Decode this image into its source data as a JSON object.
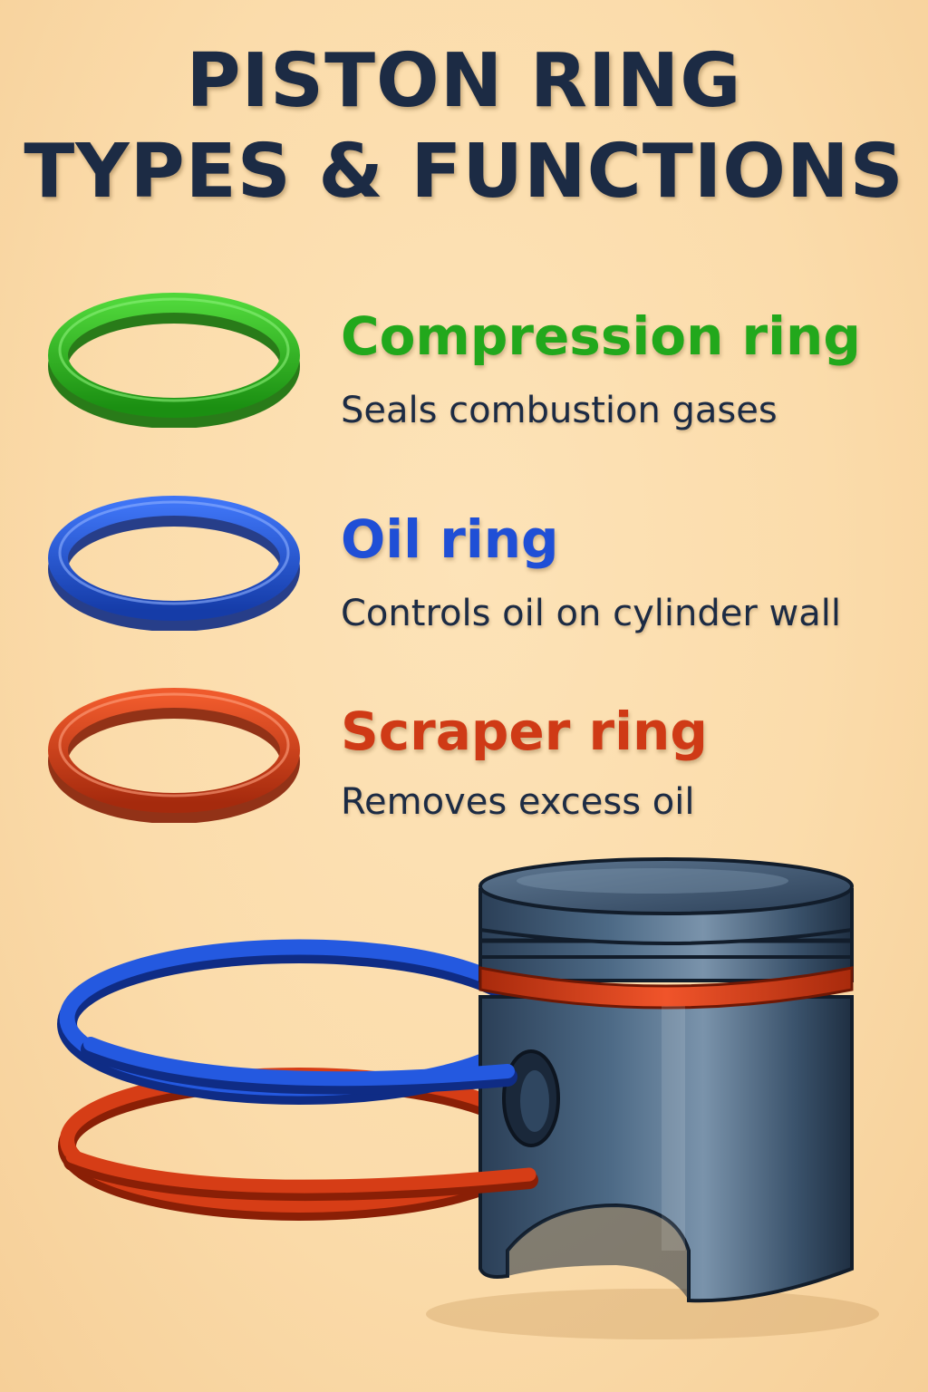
{
  "title": {
    "line1": "PISTON RING",
    "line2": "TYPES & FUNCTIONS"
  },
  "colors": {
    "background": "#fbdcab",
    "title": "#1c2b44",
    "compression": "#22a81c",
    "oil": "#1f4fd6",
    "scraper": "#cf3a16",
    "piston": "#3b536b"
  },
  "rings": [
    {
      "name": "Compression ring",
      "description": "Seals combustion gases",
      "color": "#22a81c",
      "icon": "green-ring-icon"
    },
    {
      "name": "Oil ring",
      "description": "Controls oil on cylinder wall",
      "color": "#1f4fd6",
      "icon": "blue-ring-icon"
    },
    {
      "name": "Scraper ring",
      "description": "Removes excess oil",
      "color": "#cf3a16",
      "icon": "red-ring-icon"
    }
  ],
  "illustration": {
    "icon": "piston-with-rings-icon"
  }
}
